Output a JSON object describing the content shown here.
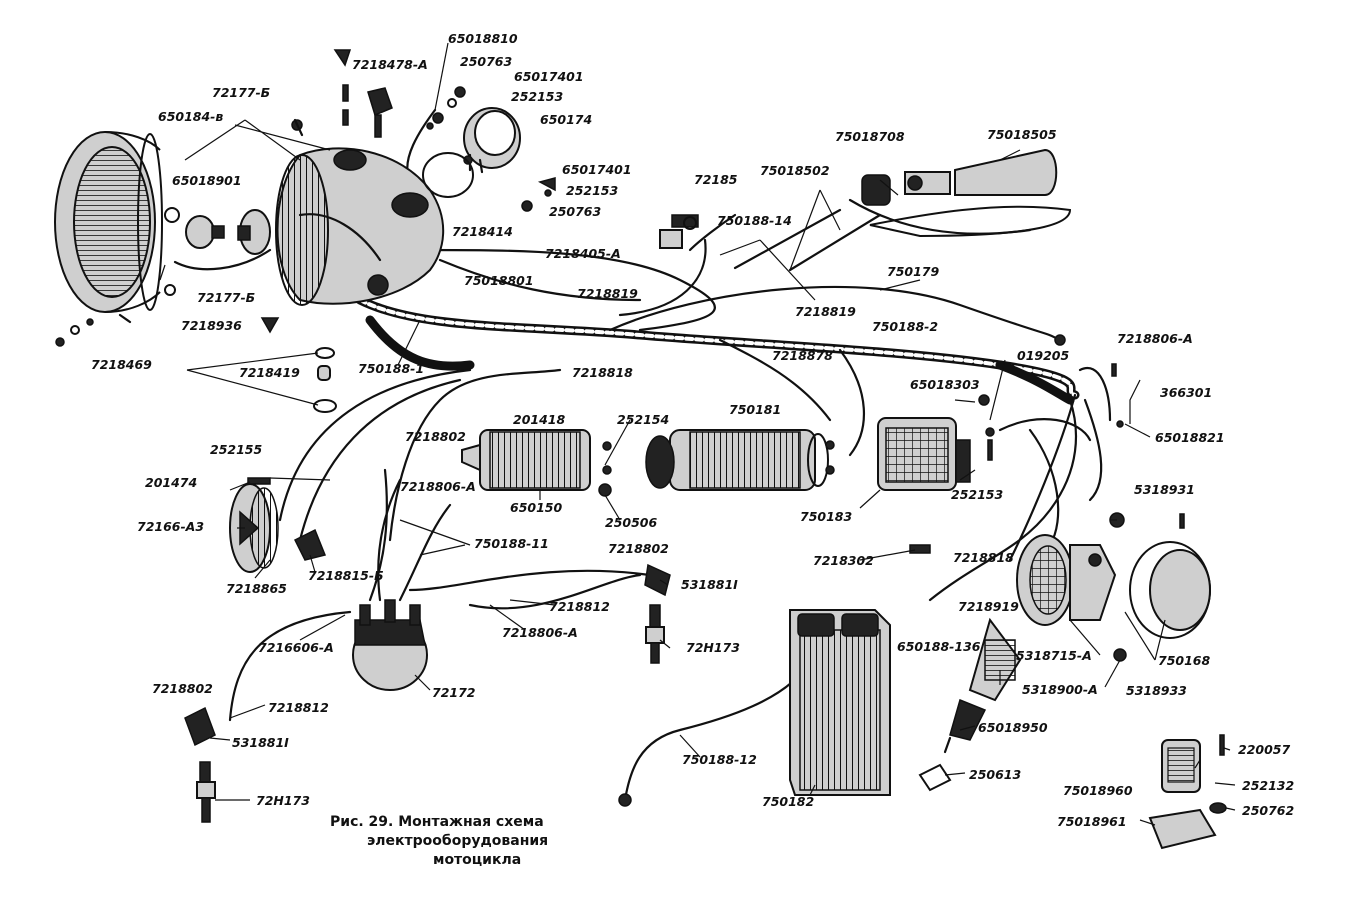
{
  "caption": {
    "line1": "Рис. 29. Монтажная схема",
    "line2": "электрооборудования",
    "line3": "мотоцикла"
  },
  "labels": {
    "p65018810": "65018810",
    "p7218478A": "7218478-А",
    "p250763a": "250763",
    "p65017401a": "65017401",
    "p252153a": "252153",
    "p650174": "650174",
    "p72177B1": "72177-Б",
    "p650184B": "650184-в",
    "p65018901": "65018901",
    "p7218414": "7218414",
    "p65017401b": "65017401",
    "p252153b": "252153",
    "p250763b": "250763",
    "p72185": "72185",
    "p75018708": "75018708",
    "p75018505": "75018505",
    "p75018502": "75018502",
    "p75018814": "750188-14",
    "p7218405A": "7218405-А",
    "p75018801": "75018801",
    "p750179": "750179",
    "p7218819a": "7218819",
    "p7218819b": "7218819",
    "p7501882": "750188-2",
    "p72177B2": "72177-Б",
    "p7218936": "7218936",
    "p7218469": "7218469",
    "p7218419": "7218419",
    "p7501881": "750188-1",
    "p7218818a": "7218818",
    "p7218878": "7218878",
    "p7218806A1": "7218806-А",
    "p019205": "019205",
    "p65018303": "65018303",
    "p366301": "366301",
    "p65018821": "65018821",
    "p201418": "201418",
    "p252154": "252154",
    "p750181": "750181",
    "p252155": "252155",
    "p7218802a": "7218802",
    "p201474": "201474",
    "p7218806A2": "7218806-А",
    "p650150": "650150",
    "p250506": "250506",
    "p750183": "750183",
    "p252153c": "252153",
    "p5318931": "5318931",
    "p72166A3": "72166-А3",
    "p7218815B": "7218815-Б",
    "p7218865": "7218865",
    "p75018811": "750188-11",
    "p7218802b": "7218802",
    "p531881a": "531881І",
    "p7218302": "7218302",
    "p7218818b": "7218818",
    "p7218812a": "7218812",
    "p7218806A3": "7218806-А",
    "p7216606A": "7216606-А",
    "p72H173a": "72Н173",
    "p7218919": "7218919",
    "p650188136": "650188-136",
    "p531871A": "5318715-А",
    "p750168": "750168",
    "p72172": "72172",
    "p5318900A": "5318900-А",
    "p5318933": "5318933",
    "p7218802c": "7218802",
    "p7218812b": "7218812",
    "p531881b": "531881І",
    "p65018950": "65018950",
    "p75018812": "750188-12",
    "p220057": "220057",
    "p250613": "250613",
    "p75018960": "75018960",
    "p252132": "252132",
    "p72H173b": "72Н173",
    "p750182": "750182",
    "p250762": "250762",
    "p75018961": "75018961"
  }
}
